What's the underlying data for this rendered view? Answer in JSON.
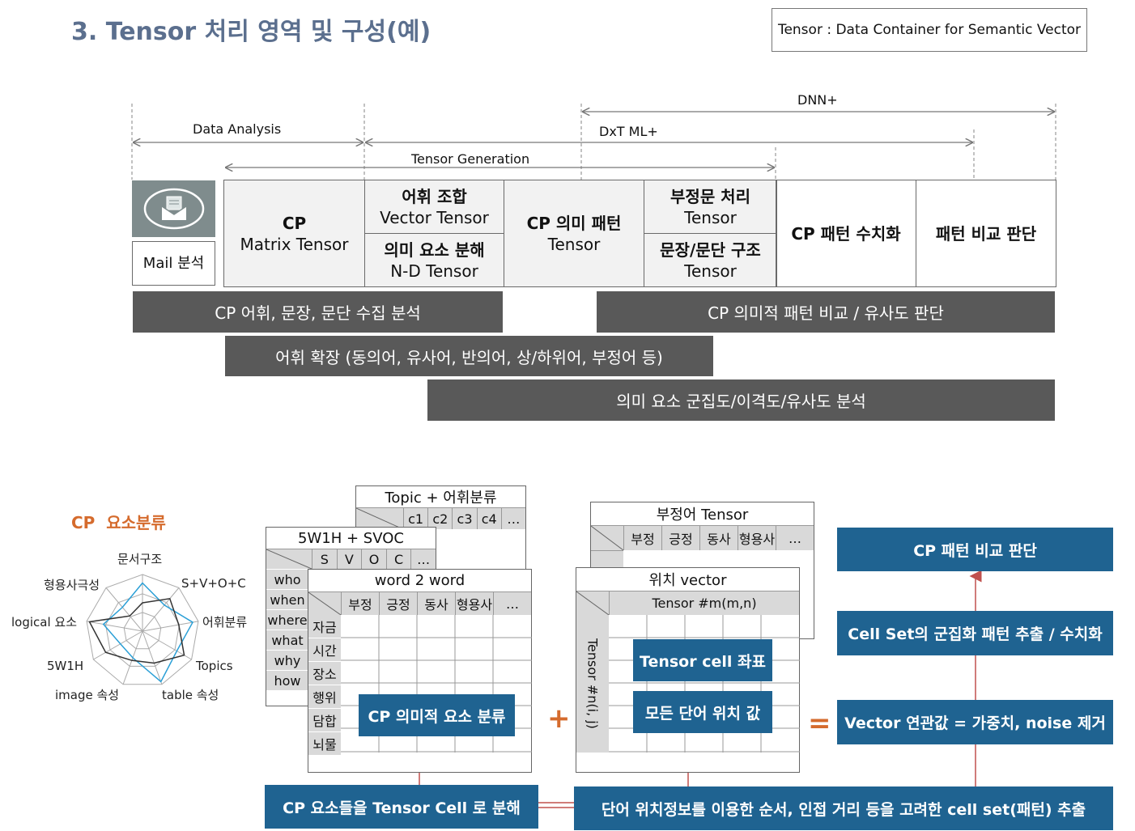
{
  "title": "3. Tensor 처리 영역 및 구성(예)",
  "definition": "Tensor : Data Container for Semantic Vector",
  "ranges": {
    "dnn": "DNN+",
    "data_analysis": "Data Analysis",
    "dxt": "DxT ML+",
    "tensor_generation": "Tensor Generation"
  },
  "mail_label": "Mail 분석",
  "stages": {
    "cp_matrix": {
      "title": "CP",
      "sub": "Matrix Tensor"
    },
    "vocab_combo": {
      "title": "어휘 조합",
      "sub": "Vector  Tensor"
    },
    "semantic_decomp": {
      "title": "의미 요소 분해",
      "sub": "N-D Tensor"
    },
    "cp_semantic": {
      "title": "CP 의미 패턴",
      "sub": "Tensor"
    },
    "negation": {
      "title": "부정문 처리",
      "sub": "Tensor"
    },
    "sentence_struct": {
      "title": "문장/문단 구조",
      "sub": "Tensor"
    },
    "cp_quant": {
      "title": "CP 패턴 수치화"
    },
    "pattern_compare": {
      "title": "패턴 비교 판단"
    }
  },
  "bars": {
    "collect": "CP 어휘, 문장, 문단 수집 분석",
    "compare": "CP 의미적 패턴 비교 / 유사도 판단",
    "expand": "어휘 확장 (동의어, 유사어, 반의어, 상/하위어, 부정어 등)",
    "cluster": "의미 요소 군집도/이격도/유사도 분석"
  },
  "radar": {
    "title": "CP  요소분류",
    "labels": [
      "문서구조",
      "S+V+O+C",
      "어휘분류",
      "Topics",
      "table 속성",
      "image 속성",
      "5W1H",
      "logical 요소",
      "형용사극성"
    ]
  },
  "cards": {
    "topic": {
      "title": "Topic + 어휘분류",
      "cols": [
        "c1",
        "c2",
        "c3",
        "c4",
        "…"
      ]
    },
    "w5h1": {
      "title": "5W1H + SVOC",
      "cols": [
        "S",
        "V",
        "O",
        "C",
        "…"
      ],
      "rows": [
        "who",
        "when",
        "where",
        "what",
        "why",
        "how"
      ]
    },
    "word2word": {
      "title": "word 2 word",
      "cols": [
        "부정",
        "긍정",
        "동사",
        "형용사",
        "…"
      ],
      "rows": [
        "자금",
        "시간",
        "장소",
        "행위",
        "담합",
        "뇌물"
      ]
    },
    "negword": {
      "title": "부정어 Tensor",
      "cols": [
        "부정",
        "긍정",
        "동사",
        "형용사",
        "…"
      ]
    },
    "position": {
      "title": "위치 vector",
      "header": "Tensor #m(m,n)",
      "side": "Tensor #n(i, j)"
    }
  },
  "operators": {
    "plus": "+",
    "equals": "="
  },
  "blue_boxes": {
    "semantic_class": "CP 의미적 요소 분류",
    "cell_coord": "Tensor cell 좌표",
    "word_pos": "모든 단어 위치 값",
    "decompose": "CP 요소들을 Tensor Cell 로 분해",
    "extract": "단어 위치정보를 이용한 순서, 인접 거리 등을 고려한 cell set(패턴) 추출",
    "weight": "Vector 연관값 = 가중치, noise 제거",
    "cluster_pattern": "Cell Set의 군집화 패턴 추출 / 수치화",
    "compare_judge": "CP 패턴 비교 판단"
  },
  "colors": {
    "title": "#5b6f8e",
    "accent": "#d56b2d",
    "bar": "#595959",
    "blue": "#1f6391",
    "radar_blue": "#2a9fd6"
  }
}
